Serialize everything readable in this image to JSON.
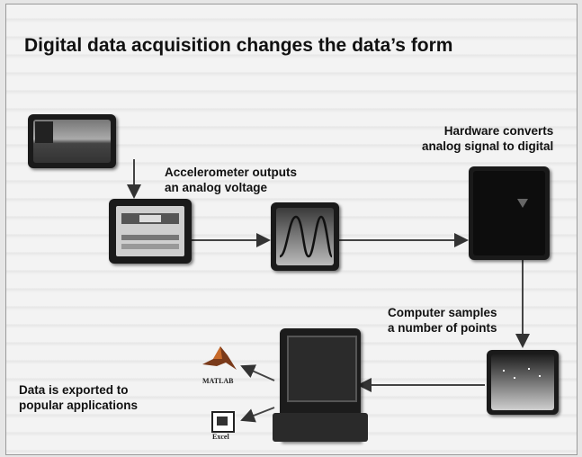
{
  "slide": {
    "title": "Digital data acquisition changes the data’s form",
    "labels": {
      "accelerometer": [
        "Accelerometer outputs",
        "an analog voltage"
      ],
      "hardware": [
        "Hardware converts",
        "analog signal to digital"
      ],
      "computer": [
        "Computer samples",
        "a number of points"
      ],
      "export": [
        "Data is exported to",
        "popular applications"
      ]
    },
    "apps": {
      "matlab": "MATLAB",
      "excel": "Excel"
    }
  }
}
